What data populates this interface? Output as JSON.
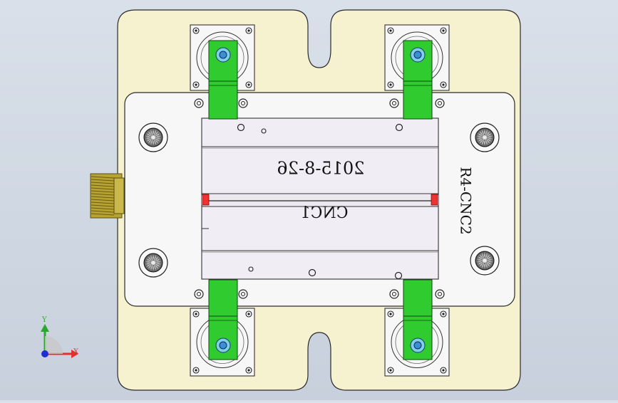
{
  "fixture": {
    "engraving_main": "2015-8-26",
    "engraving_secondary": "CNC1",
    "side_label": "R4-CNC2"
  },
  "triad": {
    "x_label": "X",
    "y_label": "Y"
  },
  "colors": {
    "background": "#d3dae5",
    "base_plate": "#f6f2cf",
    "top_plate": "#f7f7f7",
    "workpiece": "#f1edf4",
    "clamp": "#2fcb2f",
    "fitting": "#b6a334",
    "x_axis": "#e03030",
    "y_axis": "#2ba82b",
    "origin": "#2030d0"
  },
  "icons": [
    "clamp-icon",
    "bolt-icon",
    "fitting-icon",
    "triad-icon"
  ]
}
